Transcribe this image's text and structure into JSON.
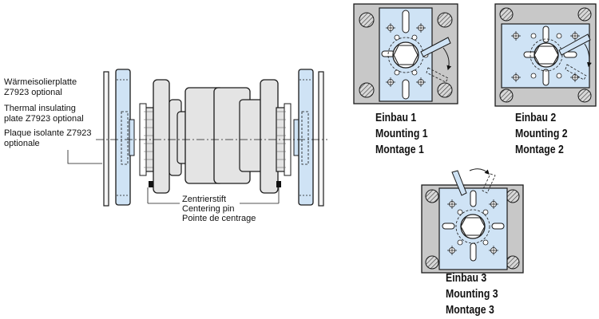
{
  "labels": {
    "insulating_de": "Wärmeisolierplatte",
    "insulating_de2": "Z7923 optional",
    "insulating_en": "Thermal insulating",
    "insulating_en2": "plate Z7923 optional",
    "insulating_fr": "Plaque isolante Z7923",
    "insulating_fr2": "optionale",
    "pin_de": "Zentrierstift",
    "pin_en": "Centering pin",
    "pin_fr": "Pointe de centrage"
  },
  "mountings": [
    {
      "de": "Einbau 1",
      "en": "Mounting 1",
      "fr": "Montage 1"
    },
    {
      "de": "Einbau 2",
      "en": "Mounting 2",
      "fr": "Montage 2"
    },
    {
      "de": "Einbau 3",
      "en": "Mounting 3",
      "fr": "Montage 3"
    }
  ],
  "colors": {
    "plate_blue": "#cfe3f5",
    "frame_gray": "#c8c8c8",
    "body_gray": "#e4e4e4",
    "line": "#1a1a1a"
  }
}
